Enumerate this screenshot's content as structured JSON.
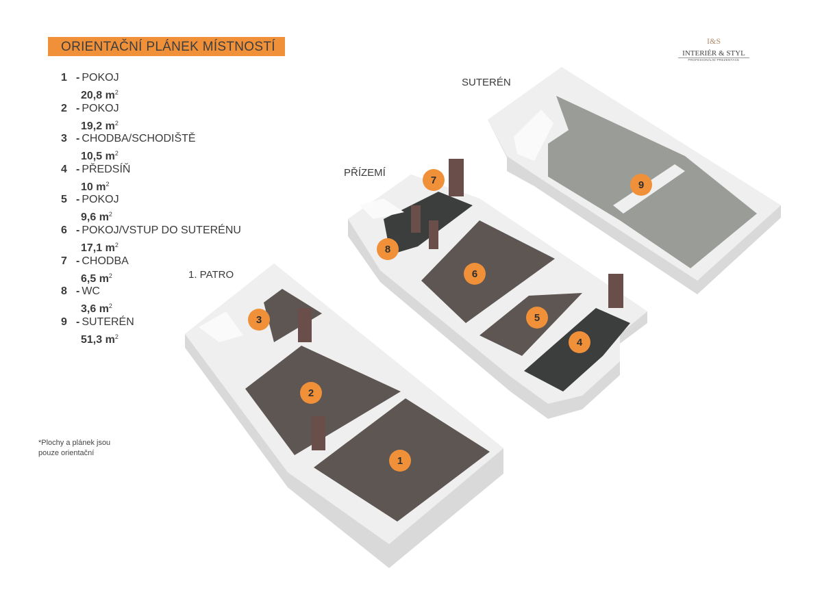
{
  "title": "ORIENTAČNÍ PLÁNEK MÍSTNOSTÍ",
  "logo": {
    "monogram": "I&S",
    "name": "INTERIÉR & STYL",
    "tagline": "PROFESIONÁLNÍ PREZENTACE"
  },
  "rooms": [
    {
      "number": "1",
      "name": "POKOJ",
      "area": "20,8 m",
      "unit_sup": "2"
    },
    {
      "number": "2",
      "name": "POKOJ",
      "area": "19,2 m",
      "unit_sup": "2"
    },
    {
      "number": "3",
      "name": "CHODBA/SCHODIŠTĚ",
      "area": "10,5 m",
      "unit_sup": "2"
    },
    {
      "number": "4",
      "name": "PŘEDSÍŇ",
      "area": "10 m",
      "unit_sup": "2"
    },
    {
      "number": "5",
      "name": "POKOJ",
      "area": "9,6 m",
      "unit_sup": "2"
    },
    {
      "number": "6",
      "name": "POKOJ/VSTUP DO SUTERÉNU",
      "area": "17,1 m",
      "unit_sup": "2"
    },
    {
      "number": "7",
      "name": "CHODBA",
      "area": "6,5 m",
      "unit_sup": "2"
    },
    {
      "number": "8",
      "name": "WC",
      "area": "3,6 m",
      "unit_sup": "2"
    },
    {
      "number": "9",
      "name": "SUTERÉN",
      "area": "51,3 m",
      "unit_sup": "2"
    }
  ],
  "floors": {
    "first": "1. PATRO",
    "ground": "PŘÍZEMÍ",
    "basement": "SUTERÉN"
  },
  "note": [
    "*Plochy  a plánek jsou",
    "pouze orientační"
  ],
  "colors": {
    "accent": "#f0913a",
    "floor": "#5e5653",
    "tile": "#3c3d3d",
    "basement_floor": "#9a9c98",
    "wall": "#e9e9e9"
  }
}
